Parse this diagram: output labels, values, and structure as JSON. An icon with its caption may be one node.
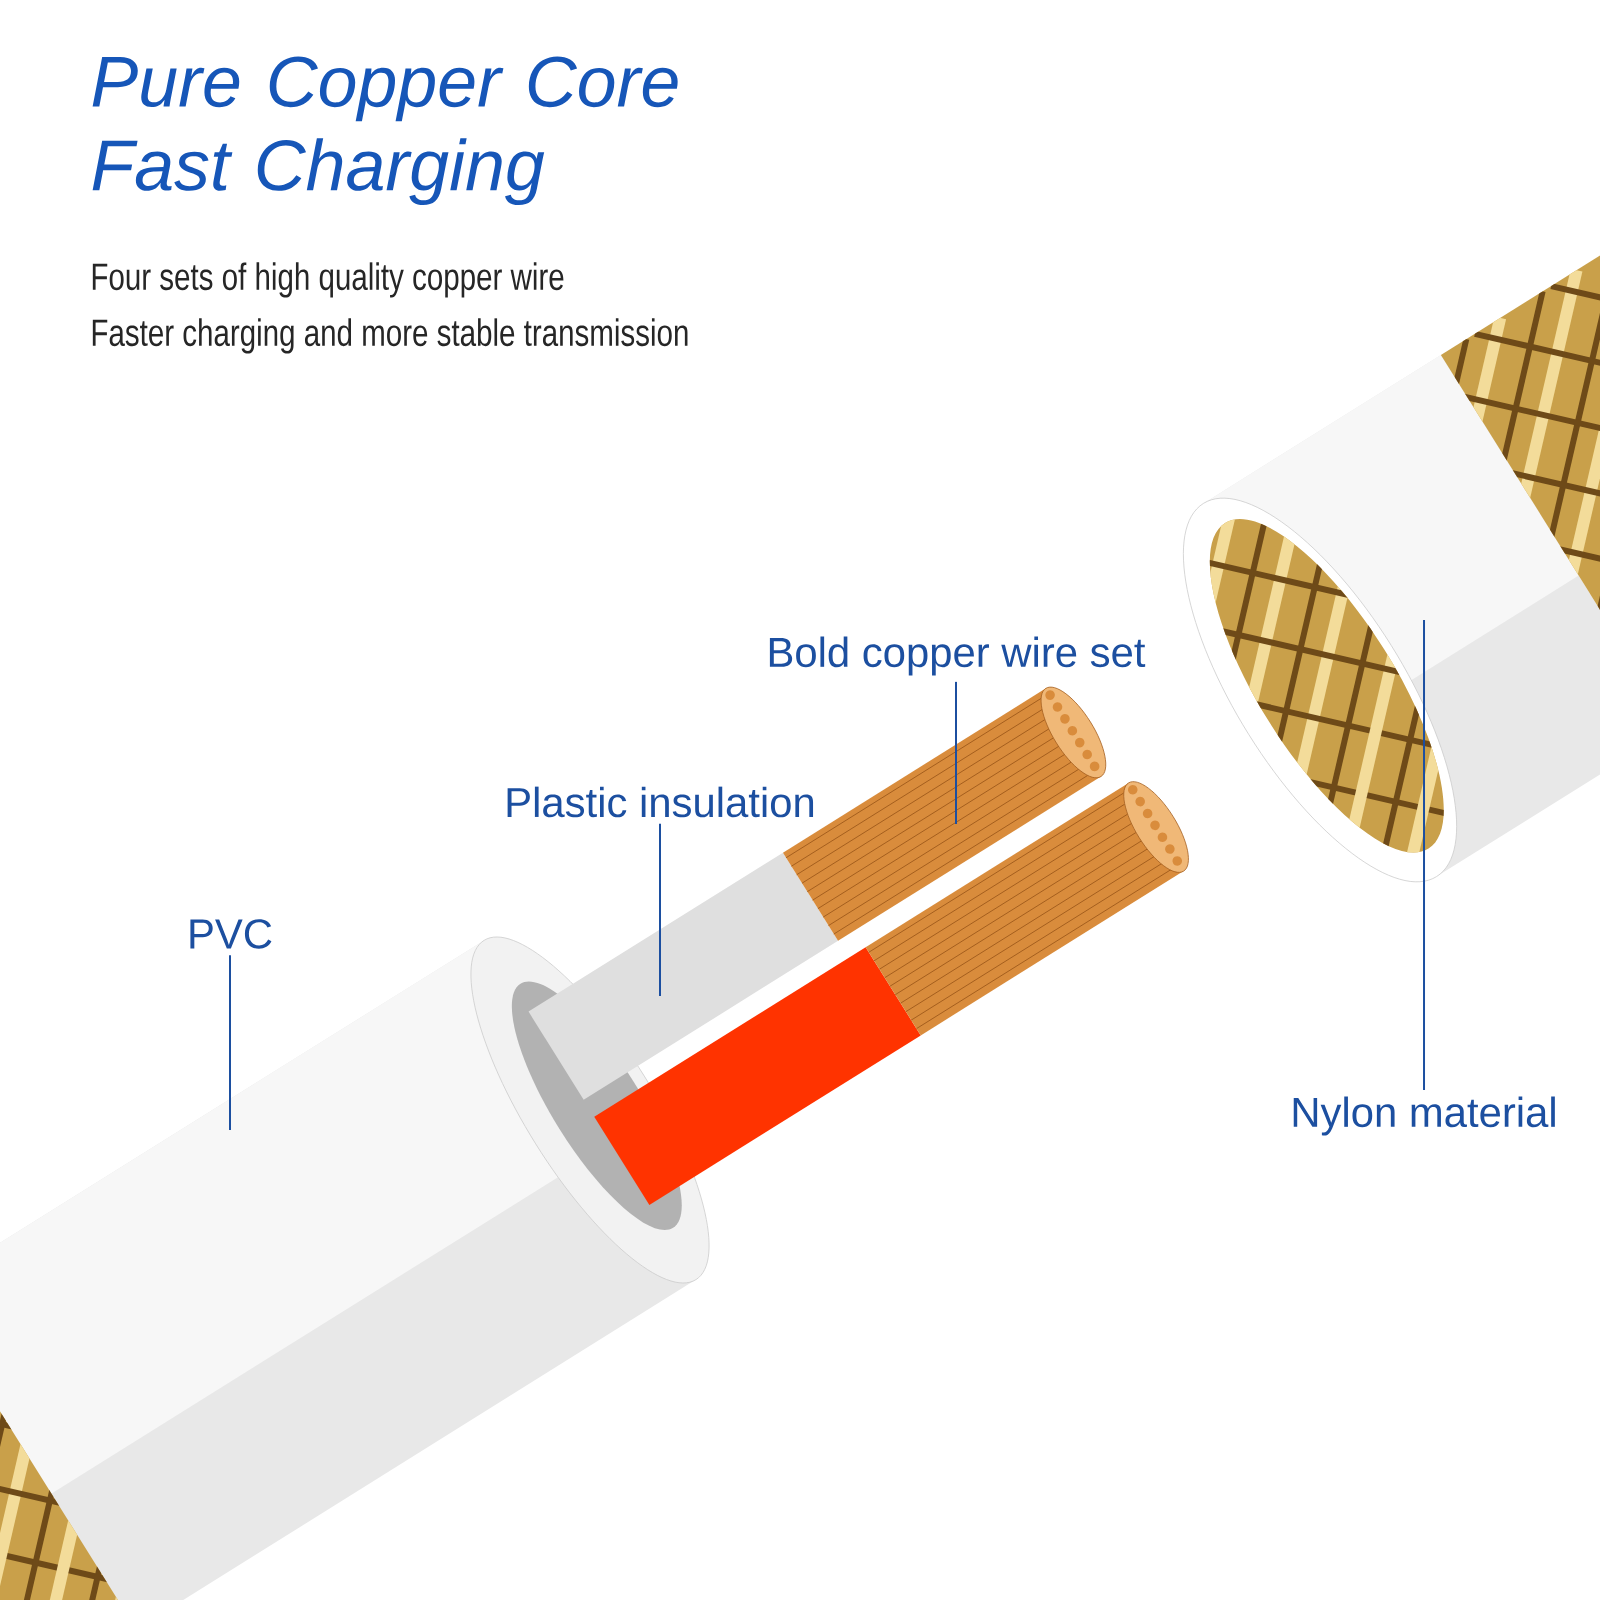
{
  "diagram": {
    "title": "Pure Copper Core Fast Charging",
    "nodes": [
      {
        "text": [
          "Bold copper wire set"
        ]
      },
      {
        "text": [
          "Plastic insulation"
        ]
      },
      {
        "text": [
          "PVC"
        ]
      },
      {
        "text": [
          "Nylon material"
        ]
      }
    ],
    "edges": [
      {
        "from": 0,
        "to": null,
        "arrow": "none"
      },
      {
        "from": 1,
        "to": null,
        "arrow": "none"
      },
      {
        "from": 2,
        "to": null,
        "arrow": "none"
      },
      {
        "from": 3,
        "to": null,
        "arrow": "none"
      }
    ],
    "labels": [
      "Four sets of high quality copper wire",
      "Faster charging and more stable transmission"
    ]
  }
}
